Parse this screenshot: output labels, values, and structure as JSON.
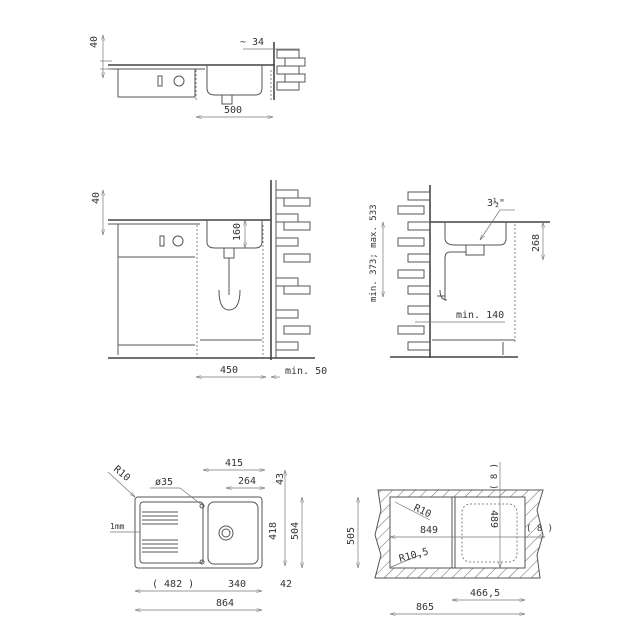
{
  "top_view": {
    "dim_countertop": "40",
    "dim_wall_gap": "~ 34",
    "dim_cabinet": "500"
  },
  "side_view": {
    "dim_countertop": "40",
    "dim_bowl_depth": "160",
    "dim_cabinet": "450",
    "dim_wall_min": "min. 50"
  },
  "section_view": {
    "dim_drain": "3½\"",
    "dim_height": "min. 373; max. 533",
    "dim_siphon": "268",
    "dim_min_wall": "min. 140"
  },
  "plan_view": {
    "dim_415": "415",
    "dim_264": "264",
    "dim_43": "43",
    "dim_418": "418",
    "dim_504": "504",
    "radius": "R10",
    "hole": "ø35",
    "thickness": "1mm",
    "dim_482": "( 482 )",
    "dim_340": "340",
    "dim_42": "42",
    "dim_864": "864"
  },
  "cutout_view": {
    "dim_505": "505",
    "dim_849": "849",
    "radius_1": "R10",
    "radius_2": "R10,5",
    "dim_8_top": "( 8 )",
    "dim_489": "489",
    "dim_8_right": "( 8 )",
    "dim_4665": "466,5",
    "dim_865": "865"
  }
}
